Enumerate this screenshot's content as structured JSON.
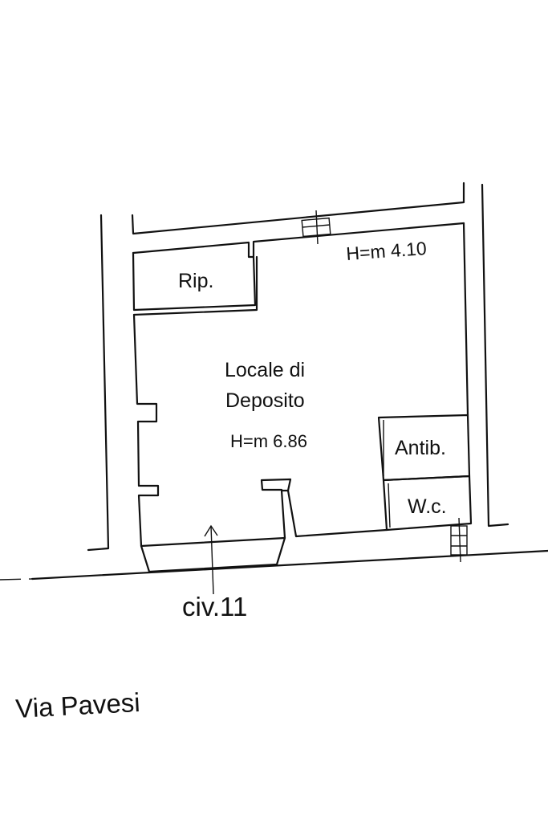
{
  "labels": {
    "room_storage_line1": "Locale di",
    "room_storage_line2": "Deposito",
    "room_storage_height": "H=m 6.86",
    "room_repository": "Rip.",
    "room_upper_height": "H=m 4.10",
    "room_antibagno": "Antib.",
    "room_wc": "W.c.",
    "civic_number": "civ.11",
    "street_name": "Via Pavesi"
  },
  "colors": {
    "line": "#111111",
    "background": "#ffffff"
  }
}
